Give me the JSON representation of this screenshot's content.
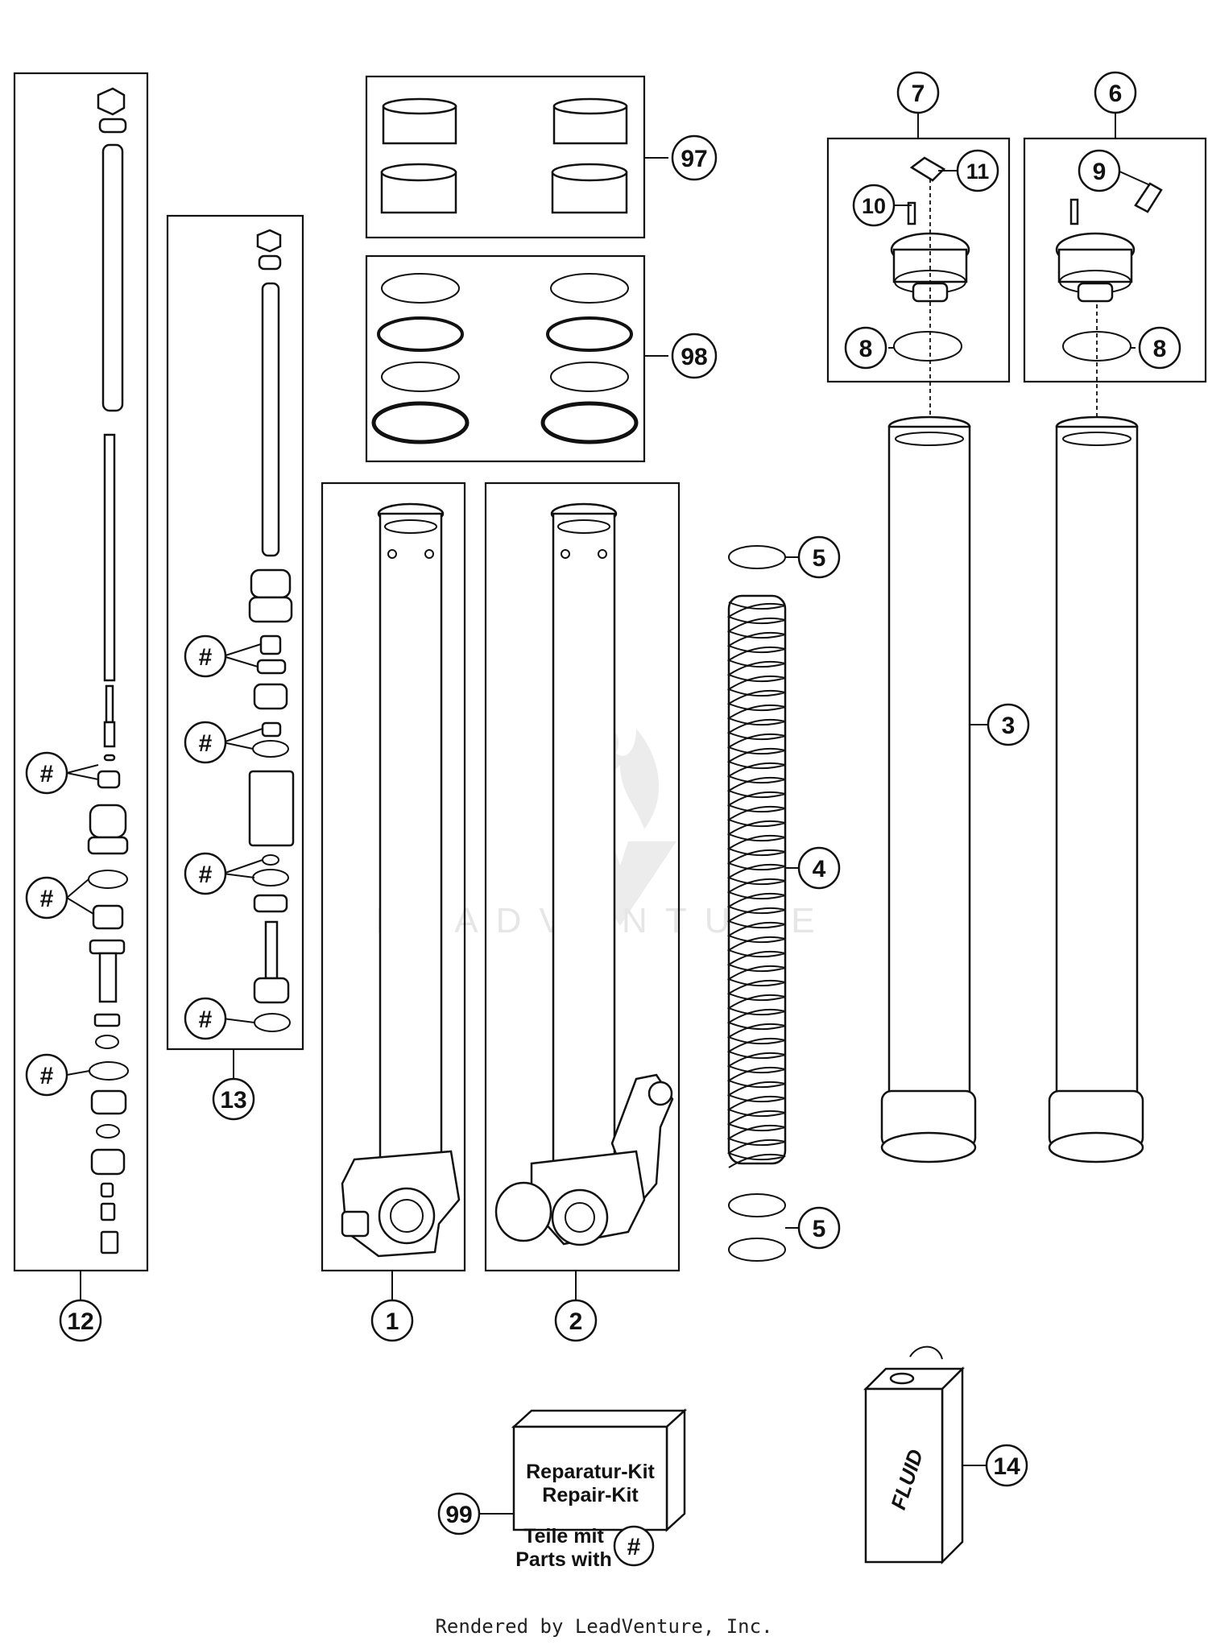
{
  "colors": {
    "line": "#111111",
    "background": "#ffffff",
    "watermark": "#e6e6e6"
  },
  "callouts": {
    "c1": "1",
    "c2": "2",
    "c3": "3",
    "c4": "4",
    "c5a": "5",
    "c5b": "5",
    "c6": "6",
    "c7": "7",
    "c8a": "8",
    "c8b": "8",
    "c9": "9",
    "c10": "10",
    "c11": "11",
    "c12": "12",
    "c13": "13",
    "c14": "14",
    "c97": "97",
    "c98": "98",
    "c99": "99",
    "hash": "#"
  },
  "repair_kit": {
    "line1": "Reparatur-Kit",
    "line2": "Repair-Kit",
    "line3": "Teile mit",
    "line4": "Parts with",
    "symbol": "#"
  },
  "fluid_label": "FLUID",
  "watermark": "LEADVENTURE",
  "footer": "Rendered by LeadVenture, Inc."
}
